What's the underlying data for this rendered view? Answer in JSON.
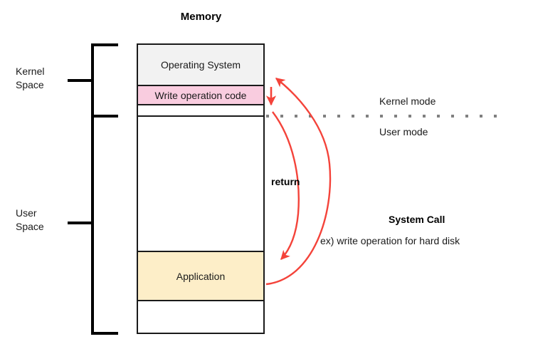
{
  "diagram": {
    "title": "Memory",
    "memory_segments": [
      {
        "id": "operating-system",
        "label": "Operating System",
        "fill": "#f2f2f2"
      },
      {
        "id": "write-operation-code",
        "label": "Write operation code",
        "fill": "#f9ccdf"
      },
      {
        "id": "kernel-gap",
        "label": "",
        "fill": "#ffffff"
      },
      {
        "id": "user-blank",
        "label": "",
        "fill": "#ffffff"
      },
      {
        "id": "application",
        "label": "Application",
        "fill": "#fdeec8"
      },
      {
        "id": "bottom-blank",
        "label": "",
        "fill": "#ffffff"
      }
    ],
    "brackets": {
      "kernel_space": "Kernel\nSpace",
      "kernel_space_line1": "Kernel",
      "kernel_space_line2": "Space",
      "user_space_line1": "User",
      "user_space_line2": "Space"
    },
    "mode_labels": {
      "kernel_mode": "Kernel mode",
      "user_mode": "User mode"
    },
    "annotations": {
      "return": "return",
      "system_call_title": "System Call",
      "system_call_example": "ex) write operation for hard disk"
    },
    "colors": {
      "arrow_red": "#f4433a",
      "outline": "#1a1a1a",
      "divider_dotted": "#808080",
      "os_fill": "#f2f2f2",
      "write_fill": "#f9ccdf",
      "app_fill": "#fdeec8"
    }
  }
}
